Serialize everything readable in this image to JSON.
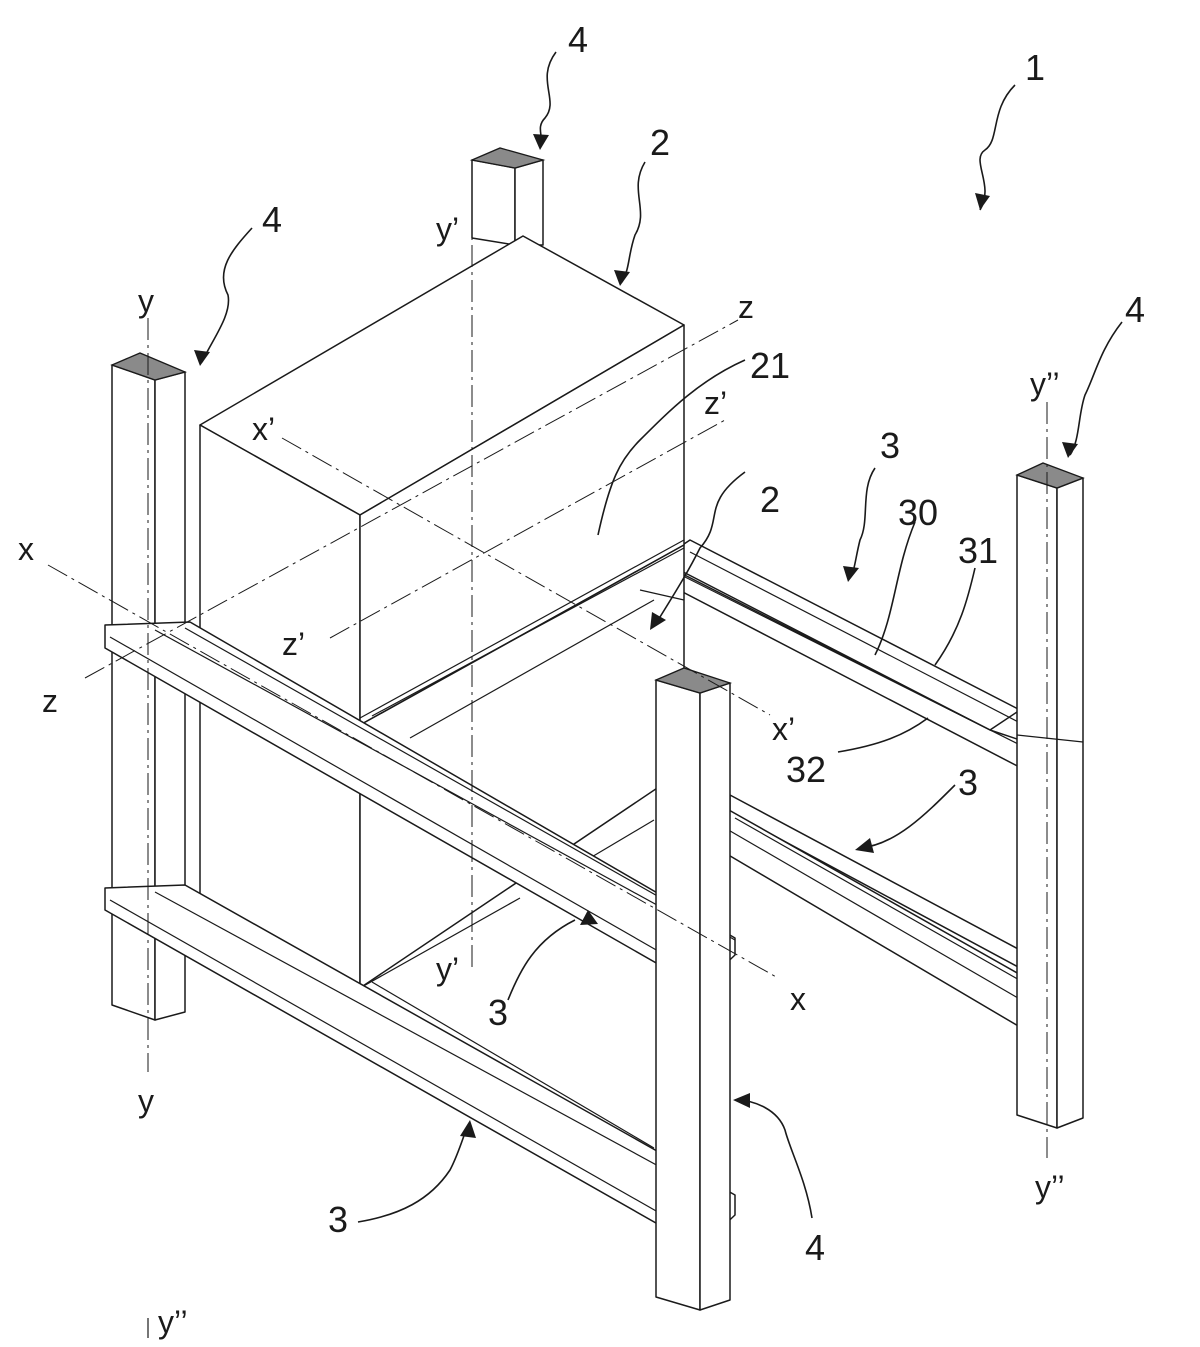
{
  "labels": {
    "assembly": "1",
    "box_top": "2",
    "box_lower": "2",
    "box_face": "21",
    "post_back": "4",
    "post_left": "4",
    "post_right": "4",
    "post_front": "4",
    "beam_right_upper": "3",
    "beam_right_lower": "3",
    "beam_front_upper": "3",
    "beam_front_lower": "3",
    "beam_part_30": "30",
    "beam_part_31": "31",
    "beam_part_32": "32"
  },
  "axes": {
    "y_top": "y",
    "y_bottom": "y",
    "y_prime_top": "y’",
    "y_prime_bottom": "y’",
    "y_dbl_top": "y’’",
    "y_dbl_bottom": "y’’",
    "y_dbl_corner": "y’’",
    "x_left": "x",
    "x_right": "x",
    "x_prime_left": "x’",
    "x_prime_right": "x’",
    "z_top": "z",
    "z_left": "z",
    "z_prime_top": "z’",
    "z_prime_left": "z’"
  },
  "colors": {
    "line": "#1a1a1a",
    "post_cap": "#8a8a8a",
    "background": "#ffffff"
  }
}
